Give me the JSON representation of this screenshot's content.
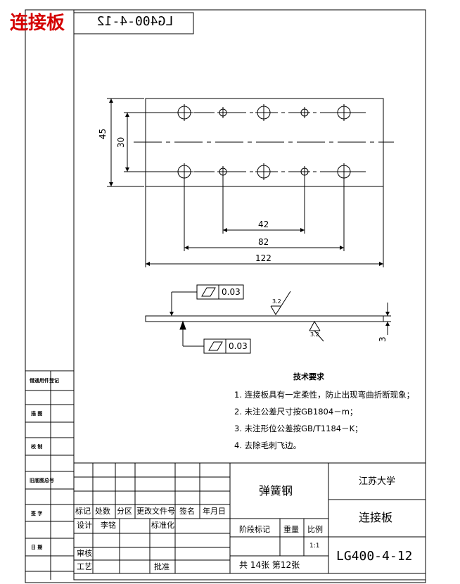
{
  "tag": "连接板",
  "mirrored_code": "LG400-4-12",
  "dimensions": {
    "d45": "45",
    "d30": "30",
    "d42": "42",
    "d82": "82",
    "d122": "122",
    "d3": "3"
  },
  "flatness_top": "0.03",
  "flatness_bottom": "0.03",
  "roughness_top": "3.2",
  "roughness_bottom": "3.2",
  "tech_req": {
    "title": "技术要求",
    "items": [
      "1. 连接板具有一定柔性，防止出现弯曲折断现象；",
      "2. 未注公差尺寸按GB1804－m；",
      "3. 未注形位公差按GB/T1184－K；",
      "4. 去除毛刺飞边。"
    ]
  },
  "left_strip": [
    "借通用件登记",
    "描  图",
    "校  制",
    "旧底图总号",
    "签  字",
    "日  期"
  ],
  "title_block": {
    "material": "弹簧钢",
    "school": "江苏大学",
    "part_name": "连接板",
    "drawing_no": "LG400-4-12",
    "rev_headers": [
      "标记",
      "处数",
      "分区",
      "更改文件号",
      "签名",
      "年月日"
    ],
    "design": "设计",
    "designer": "李铭",
    "standardize": "标准化",
    "stage": "阶段标记",
    "weight": "重量",
    "scale": "比例",
    "scale_value": "1:1",
    "review": "审核",
    "process": "工艺",
    "approve": "批准",
    "sheets": "共 14张  第12张"
  }
}
